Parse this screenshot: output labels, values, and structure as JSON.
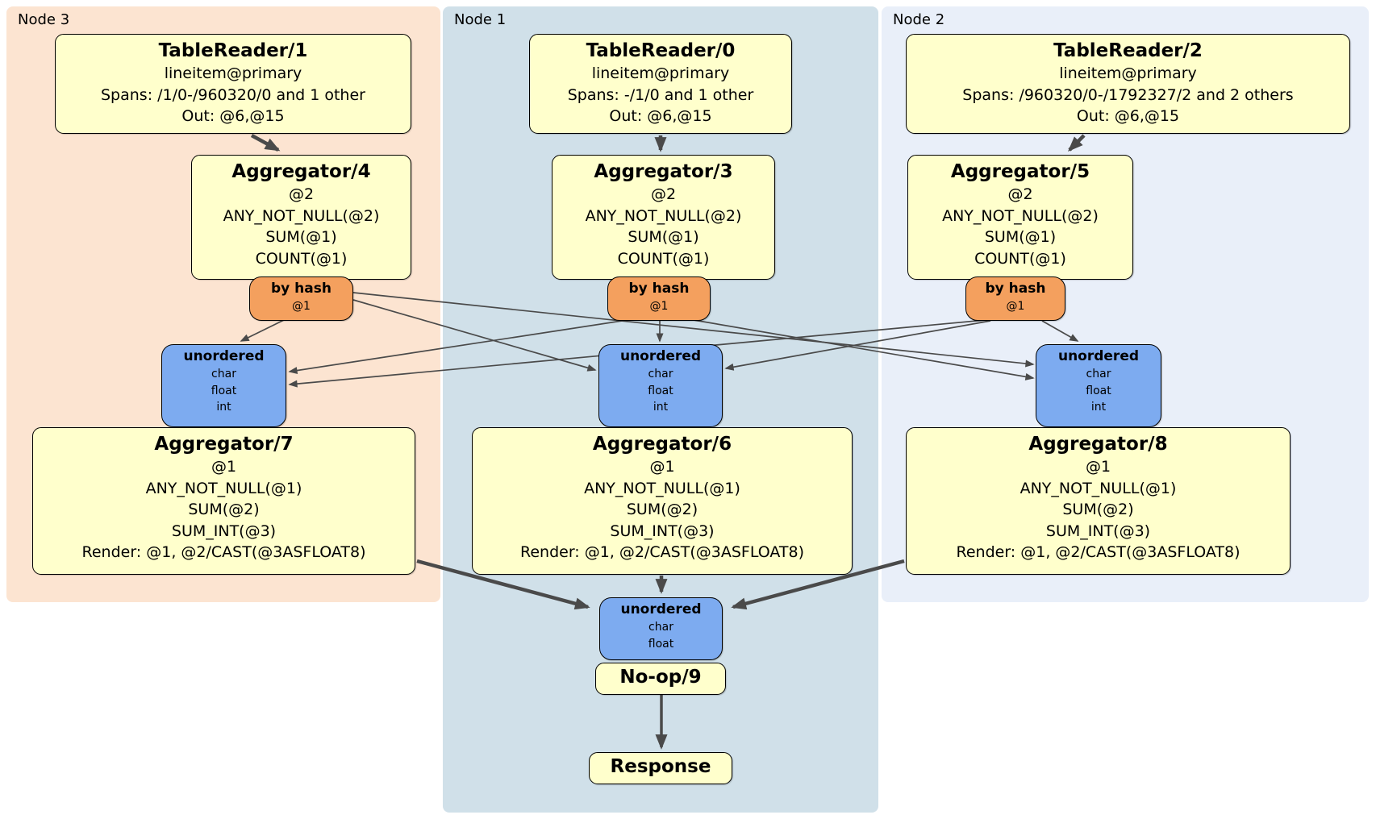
{
  "nodes": [
    {
      "label": "Node 3",
      "table_reader": {
        "title": "TableReader/1",
        "lines": [
          "lineitem@primary",
          "Spans: /1/0-/960320/0 and 1 other",
          "Out: @6,@15"
        ]
      },
      "aggregator_top": {
        "title": "Aggregator/4",
        "lines": [
          "@2",
          "ANY_NOT_NULL(@2)",
          "SUM(@1)",
          "COUNT(@1)"
        ]
      },
      "router": {
        "title": "by hash",
        "lines": [
          "@1"
        ]
      },
      "sync": {
        "title": "unordered",
        "lines": [
          "char",
          "float",
          "int"
        ]
      },
      "aggregator_bottom": {
        "title": "Aggregator/7",
        "lines": [
          "@1",
          "ANY_NOT_NULL(@1)",
          "SUM(@2)",
          "SUM_INT(@3)",
          "Render: @1, @2/CAST(@3ASFLOAT8)"
        ]
      }
    },
    {
      "label": "Node 1",
      "table_reader": {
        "title": "TableReader/0",
        "lines": [
          "lineitem@primary",
          "Spans: -/1/0 and 1 other",
          "Out: @6,@15"
        ]
      },
      "aggregator_top": {
        "title": "Aggregator/3",
        "lines": [
          "@2",
          "ANY_NOT_NULL(@2)",
          "SUM(@1)",
          "COUNT(@1)"
        ]
      },
      "router": {
        "title": "by hash",
        "lines": [
          "@1"
        ]
      },
      "sync": {
        "title": "unordered",
        "lines": [
          "char",
          "float",
          "int"
        ]
      },
      "aggregator_bottom": {
        "title": "Aggregator/6",
        "lines": [
          "@1",
          "ANY_NOT_NULL(@1)",
          "SUM(@2)",
          "SUM_INT(@3)",
          "Render: @1, @2/CAST(@3ASFLOAT8)"
        ]
      }
    },
    {
      "label": "Node 2",
      "table_reader": {
        "title": "TableReader/2",
        "lines": [
          "lineitem@primary",
          "Spans: /960320/0-/1792327/2 and 2 others",
          "Out: @6,@15"
        ]
      },
      "aggregator_top": {
        "title": "Aggregator/5",
        "lines": [
          "@2",
          "ANY_NOT_NULL(@2)",
          "SUM(@1)",
          "COUNT(@1)"
        ]
      },
      "router": {
        "title": "by hash",
        "lines": [
          "@1"
        ]
      },
      "sync": {
        "title": "unordered",
        "lines": [
          "char",
          "float",
          "int"
        ]
      },
      "aggregator_bottom": {
        "title": "Aggregator/8",
        "lines": [
          "@1",
          "ANY_NOT_NULL(@1)",
          "SUM(@2)",
          "SUM_INT(@3)",
          "Render: @1, @2/CAST(@3ASFLOAT8)"
        ]
      }
    }
  ],
  "final": {
    "sync": {
      "title": "unordered",
      "lines": [
        "char",
        "float"
      ]
    },
    "noop": {
      "title": "No-op/9"
    },
    "response": {
      "title": "Response"
    }
  },
  "colors": {
    "region-node3": "#fce4d1",
    "region-node1": "#d0e0e9",
    "region-node2": "#e9eff9",
    "processor-box": "#ffffcc",
    "router-badge": "#f4a05e",
    "sync-badge": "#7dabf0",
    "edge": "#4a4a4a"
  }
}
